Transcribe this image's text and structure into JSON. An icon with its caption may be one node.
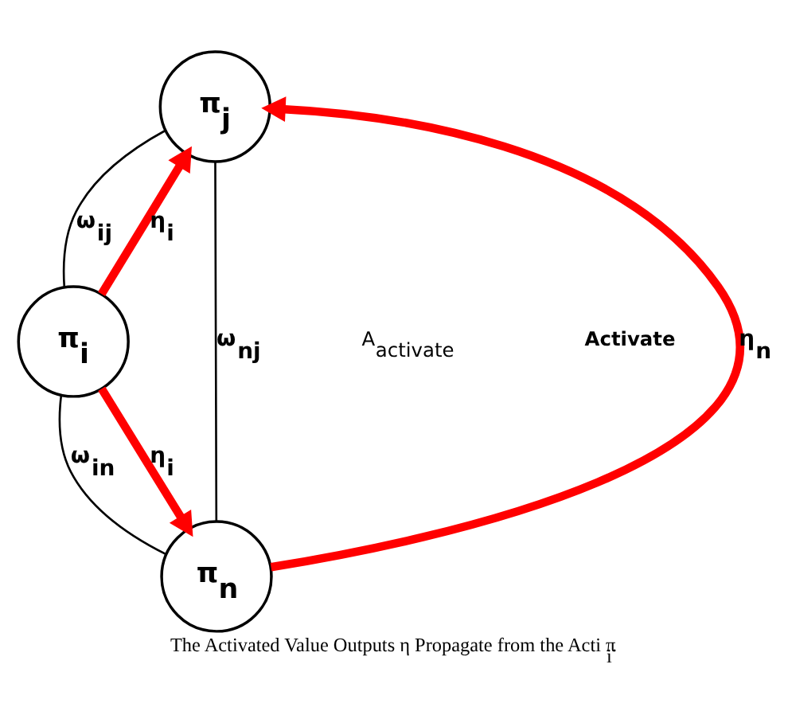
{
  "diagram": {
    "caption": "The Activated Value Outputs η Propagate from the Acti π$_{i}$.",
    "nodes": [
      {
        "text": [
          "π$_{i}$"
        ]
      },
      {
        "text": [
          "π$_{j}$"
        ]
      },
      {
        "text": [
          "π$_{n}$"
        ]
      }
    ],
    "edges": [
      {
        "from": 0,
        "to": 1,
        "arrow": "none",
        "label": "ω$_{ij}$"
      },
      {
        "from": 0,
        "to": 2,
        "arrow": "none",
        "label": "ω$_{in}$"
      },
      {
        "from": 2,
        "to": 1,
        "arrow": "none",
        "label": "ω$_{nj}$"
      },
      {
        "from": 0,
        "to": 1,
        "arrow": "to",
        "label": "η$_{i}$",
        "style": "thick",
        "color": "#ff0000"
      },
      {
        "from": 0,
        "to": 2,
        "arrow": "to",
        "label": "η$_{i}$",
        "style": "thick",
        "color": "#ff0000"
      },
      {
        "from": 2,
        "to": 1,
        "arrow": "to",
        "label": "η$_{n}$",
        "style": "thick",
        "color": "#ff0000"
      }
    ],
    "labels": [
      "Activate",
      "A$_{activate}$"
    ]
  }
}
